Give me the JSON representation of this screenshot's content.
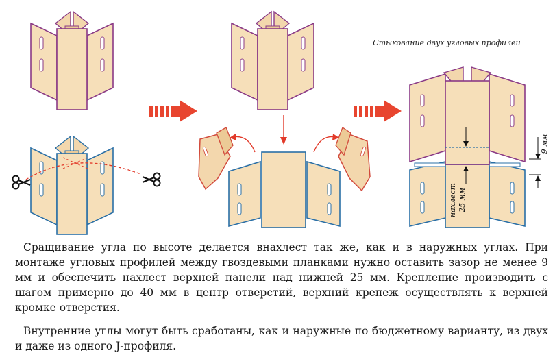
{
  "figure": {
    "caption": "Стыкование двух угловых профилей",
    "gap_label": "9 мм",
    "overlap_label_line1": "нахлест",
    "overlap_label_line2": "25 мм"
  },
  "text": {
    "paragraph1": "Сращивание угла по высоте делается внахлест так же, как и в наружных углах. При монтаже угловых профилей между гвоздевыми планками нужно оставить зазор не менее 9 мм и обеспечить нахлест верхней панели над нижней 25 мм. Крепление производить с шагом примерно до 40 мм в центр отверстий, верхний крепеж осуществлять к верхней кромке отверстия.",
    "paragraph2": "Внутренние углы могут быть сработаны, как и наружные по бюджетному варианту, из двух и даже из одного J-профиля."
  },
  "colors": {
    "panel_fill": "#f6dfb9",
    "upper_outline": "#8a3a86",
    "lower_outline": "#2a6fa6",
    "cut_outline": "#d24a3c",
    "arrow_red": "#e8452f",
    "cut_line": "#e23a2a"
  },
  "icons": [
    "scissors-icon",
    "flow-arrow-icon",
    "rotate-arrow-icon",
    "down-arrow-icon"
  ]
}
